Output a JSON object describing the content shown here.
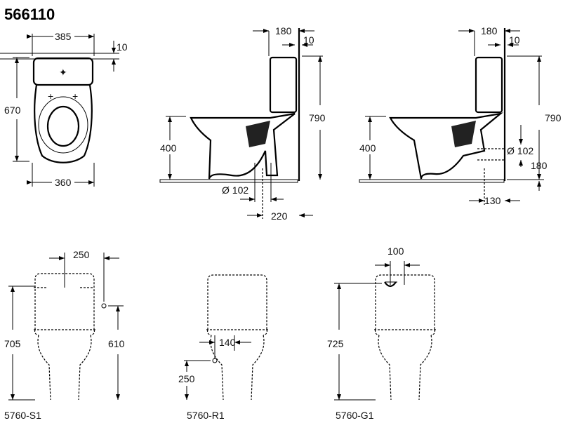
{
  "model_number": "566110",
  "top_view": {
    "width_top": "385",
    "offset": "10",
    "depth": "670",
    "width_bottom": "360"
  },
  "side_view_floor": {
    "tank_depth": "180",
    "wall_gap": "10",
    "height_total": "790",
    "seat_height": "400",
    "outlet_diameter": "Ø 102",
    "outlet_distance": "220"
  },
  "side_view_wall": {
    "tank_depth": "180",
    "wall_gap": "10",
    "height_total": "790",
    "seat_height": "400",
    "outlet_diameter": "Ø 102",
    "outlet_height": "180",
    "outlet_distance": "130"
  },
  "variants": [
    {
      "code": "5760-S1",
      "spacing": "250",
      "total_height": "705",
      "inlet_height": "610"
    },
    {
      "code": "5760-R1",
      "spacing": "140",
      "inlet_height": "250"
    },
    {
      "code": "5760-G1",
      "spacing": "100",
      "total_height": "725"
    }
  ]
}
